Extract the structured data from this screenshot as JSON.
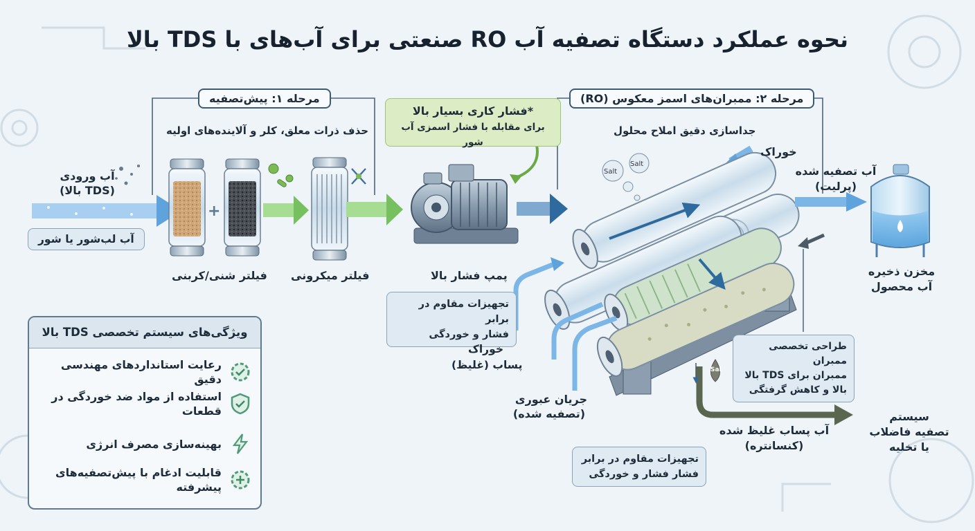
{
  "title": "نحوه عملکرد دستگاه تصفیه آب RO صنعتی برای آب‌های با TDS بالا",
  "stage1": {
    "label": "مرحله ۱: پیش‌تصفیه",
    "description": "حذف ذرات معلق، کلر و آلاینده‌های اولیه",
    "sand_carbon_filter": "فیلتر شنی/کربنی",
    "micron_filter": "فیلتر میکرونی"
  },
  "inlet": {
    "line1": "آب ورودی",
    "line2": "(TDS بالا)",
    "source": "آب لب‌شور یا شور"
  },
  "pressure_note": {
    "line1": "*فشار کاری بسیار بالا",
    "line2": "برای مقابله با فشار اسمزی آب شور"
  },
  "pump": {
    "label": "پمپ فشار بالا",
    "note_line1": "تجهیزات مقاوم در برابر",
    "note_line2": "فشار و خوردگی"
  },
  "stage2": {
    "label": "مرحله ۲: ممبران‌های اسمز معکوس (RO)",
    "description": "جداسازی دقیق املاح محلول",
    "feed": "خوراک",
    "salt": "Salt",
    "feed_bottom": "خوراک",
    "reject_bottom": "پساب (غلیظ)",
    "permeate_flow_line1": "جریان عبوری",
    "permeate_flow_line2": "(تصفیه شده)",
    "design_line1": "طراحی تخصصی ممبران",
    "design_line2": "ممبران برای TDS بالا",
    "design_line3": "بالا و کاهش گرفتگی",
    "bottom_note_line1": "تجهیزات مقاوم در برابر",
    "bottom_note_line2": "فشار فشار و خوردگی"
  },
  "product": {
    "line1": "آب تصفیه شده",
    "line2": "(پرلیت)",
    "tank_line1": "مخزن ذخیره",
    "tank_line2": "آب محصول"
  },
  "concentrate": {
    "line1": "آب پساب غلیظ شده",
    "line2": "(کنسانتره)",
    "sal": "Sal",
    "dest_line1": "سیستم",
    "dest_line2": "تصفیه فاضلاب",
    "dest_line3": "یا تخلیه"
  },
  "features": {
    "heading": "ویژگی‌های سیستم تخصصی TDS بالا",
    "items": [
      {
        "text": "رعایت استانداردهای مهندسی دقیق",
        "icon": "gear-check-icon"
      },
      {
        "text": "استفاده از مواد ضد خوردگی در قطعات",
        "icon": "shield-check-icon"
      },
      {
        "text": "بهینه‌سازی مصرف انرژی",
        "icon": "lightning-icon"
      },
      {
        "text": "قابلیت ادغام با پیش‌تصفیه‌های پیشرفته",
        "icon": "gear-plus-icon"
      }
    ]
  },
  "colors": {
    "background": "#eef4f8",
    "inlet_arrow": "#7bb6e6",
    "pretreat_arrow": "#8ecf7a",
    "flow_arrow": "#2f6a9e",
    "concentrate_arrow": "#5b6650",
    "note_green": "#dcedc5"
  }
}
